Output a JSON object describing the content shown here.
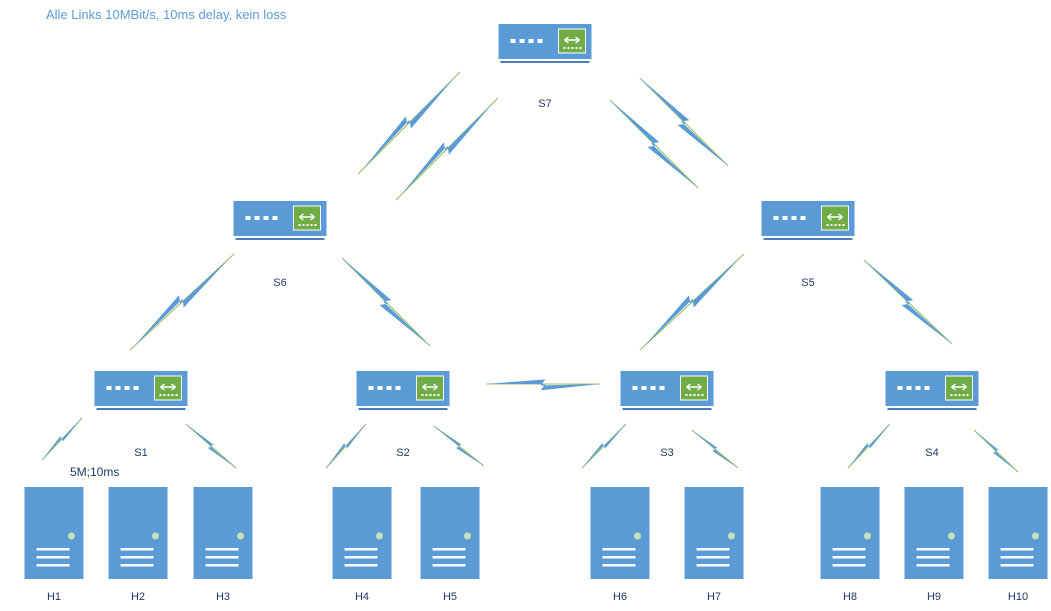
{
  "annotation": "Alle Links 10MBit/s, 10ms delay, kein loss",
  "link_annotation": "5M;10ms",
  "colors": {
    "device": "#5b9bd5",
    "device_dark": "#4a7ebb",
    "port_panel": "#70ad47",
    "link": "#8fbc5a",
    "bolt": "#5b9bd5",
    "label": "#1f3864"
  },
  "switches": [
    {
      "id": "S7",
      "label": "S7"
    },
    {
      "id": "S6",
      "label": "S6"
    },
    {
      "id": "S5",
      "label": "S5"
    },
    {
      "id": "S1",
      "label": "S1"
    },
    {
      "id": "S2",
      "label": "S2"
    },
    {
      "id": "S3",
      "label": "S3"
    },
    {
      "id": "S4",
      "label": "S4"
    }
  ],
  "hosts": [
    {
      "id": "H1",
      "label": "H1"
    },
    {
      "id": "H2",
      "label": "H2"
    },
    {
      "id": "H3",
      "label": "H3"
    },
    {
      "id": "H4",
      "label": "H4"
    },
    {
      "id": "H5",
      "label": "H5"
    },
    {
      "id": "H6",
      "label": "H6"
    },
    {
      "id": "H7",
      "label": "H7"
    },
    {
      "id": "H8",
      "label": "H8"
    },
    {
      "id": "H9",
      "label": "H9"
    },
    {
      "id": "H10",
      "label": "H10"
    }
  ],
  "links": [
    {
      "from": "S7",
      "to": "S6"
    },
    {
      "from": "S7",
      "to": "S6"
    },
    {
      "from": "S7",
      "to": "S5"
    },
    {
      "from": "S7",
      "to": "S5"
    },
    {
      "from": "S6",
      "to": "S1"
    },
    {
      "from": "S6",
      "to": "S2"
    },
    {
      "from": "S5",
      "to": "S3"
    },
    {
      "from": "S5",
      "to": "S4"
    },
    {
      "from": "S2",
      "to": "S3"
    },
    {
      "from": "S1",
      "to": "H1",
      "label": "5M;10ms"
    },
    {
      "from": "S1",
      "to": "H3"
    },
    {
      "from": "S2",
      "to": "H4"
    },
    {
      "from": "S2",
      "to": "H5"
    },
    {
      "from": "S3",
      "to": "H6"
    },
    {
      "from": "S3",
      "to": "H7"
    },
    {
      "from": "S4",
      "to": "H8"
    },
    {
      "from": "S4",
      "to": "H10"
    }
  ]
}
